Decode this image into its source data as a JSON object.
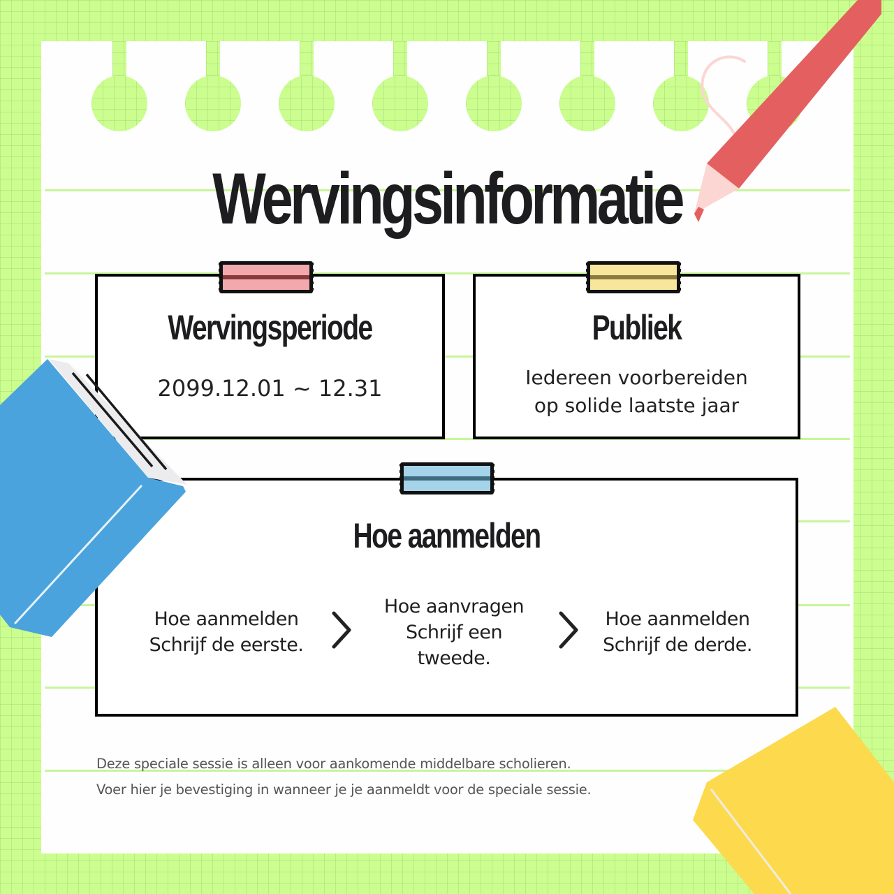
{
  "poster": {
    "title": "Wervingsinformatie",
    "colors": {
      "background_green": "#cbfd8f",
      "paper": "#fefefe",
      "rule_line": "#c8f59a",
      "pencil_red": "#e46060",
      "book_blue": "#4aa3dc",
      "book_yellow": "#fdd94e",
      "tape_pink": "#f2a8ad",
      "tape_yellow": "#f8e69c",
      "tape_blue": "#a5d3ea"
    }
  },
  "cards": {
    "period": {
      "title": "Wervingsperiode",
      "value": "2099.12.01 ~ 12.31"
    },
    "audience": {
      "title": "Publiek",
      "line1": "Iedereen voorbereiden",
      "line2": "op solide laatste jaar"
    },
    "apply": {
      "title": "Hoe aanmelden",
      "steps": [
        {
          "line1": "Hoe aanmelden",
          "line2": "Schrijf de eerste."
        },
        {
          "line1": "Hoe aanvragen",
          "line2": "Schrijf een",
          "line3": "tweede."
        },
        {
          "line1": "Hoe aanmelden",
          "line2": "Schrijf de derde."
        }
      ],
      "separator_icon": "chevron-right-icon"
    }
  },
  "notes": {
    "line1": "Deze speciale sessie is alleen voor aankomende middelbare scholieren.",
    "line2": "Voer hier je bevestiging in wanneer je je aanmeldt voor de speciale sessie."
  }
}
